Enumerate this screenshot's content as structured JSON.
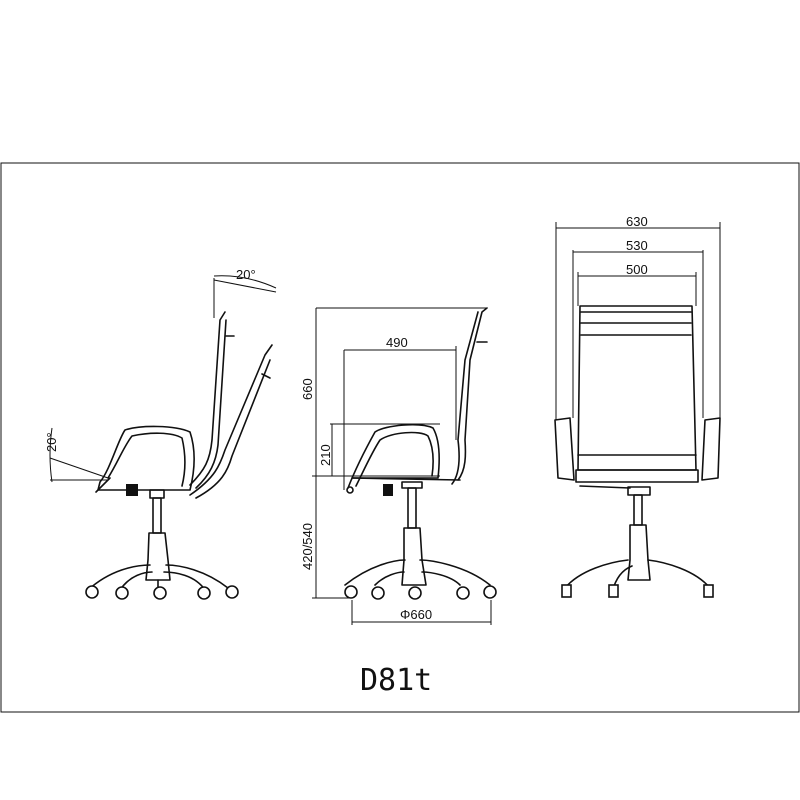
{
  "model": "D81t",
  "side_view": {
    "recline_back_angle": "20°",
    "recline_seat_angle": "20°"
  },
  "front_side_view": {
    "back_height": "660",
    "armrest_height": "210",
    "seat_height": "420/540",
    "seat_depth": "490",
    "base_diameter": "Φ660"
  },
  "front_view": {
    "overall_width": "630",
    "inner_width": "530",
    "seat_width": "500"
  }
}
